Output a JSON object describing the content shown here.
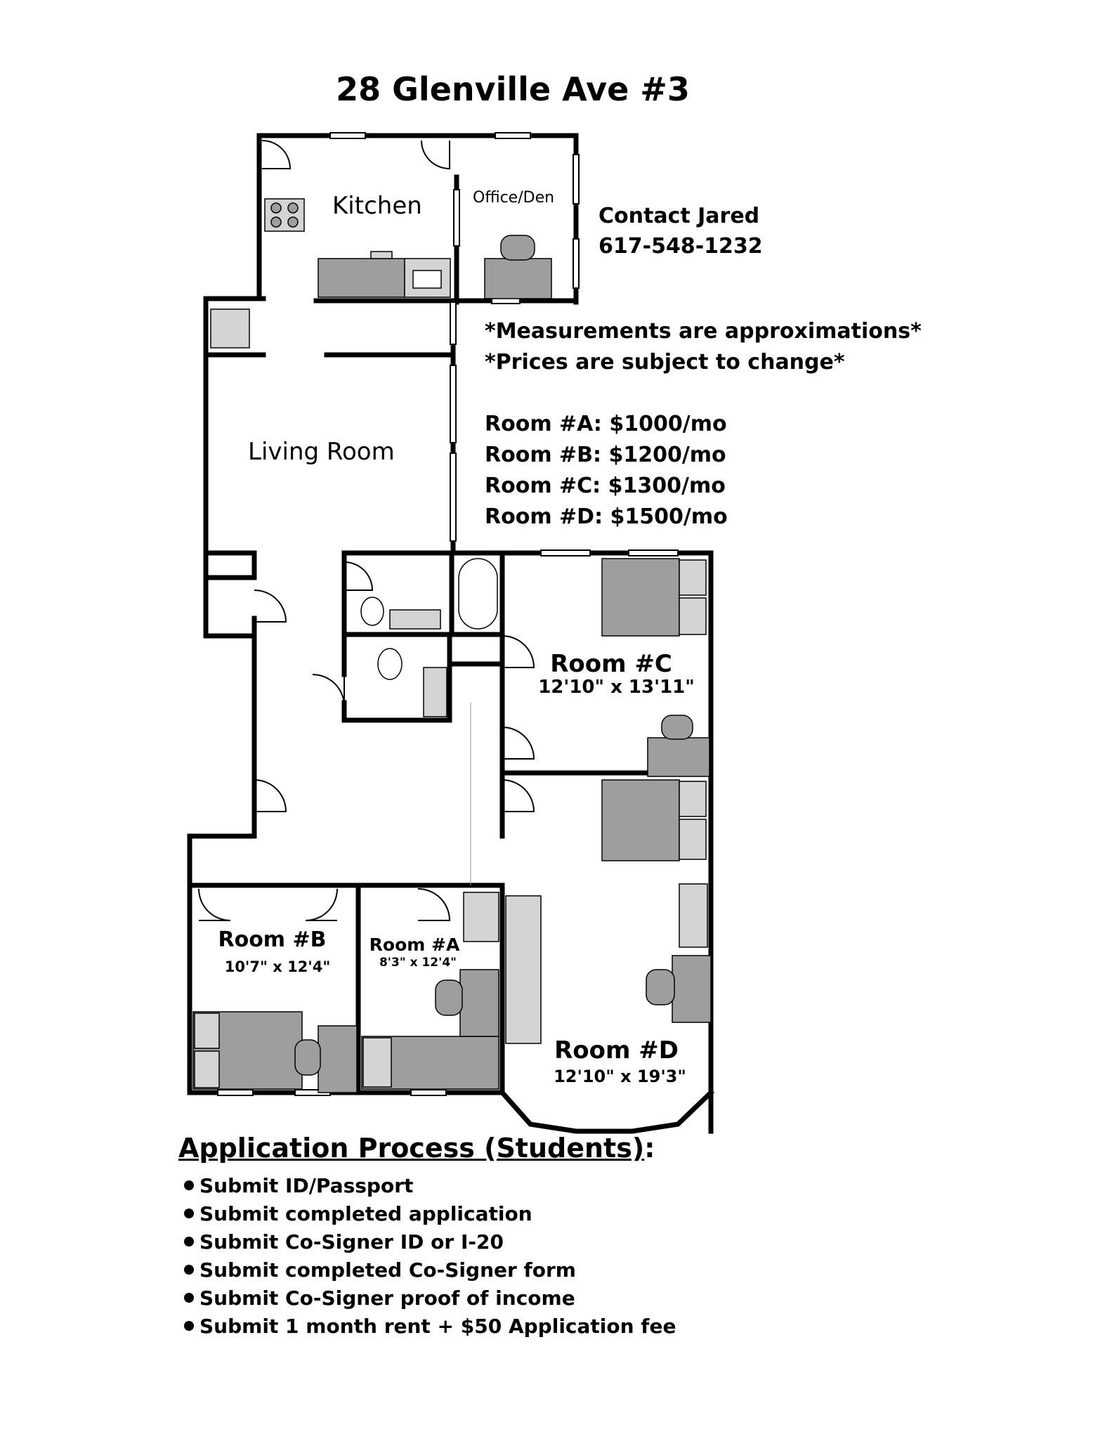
{
  "title": "28 Glenville Ave #3",
  "contact": {
    "line1": "Contact Jared",
    "phone": "617-548-1232"
  },
  "notes": [
    "*Measurements are approximations*",
    "*Prices are subject to change*"
  ],
  "prices": [
    "Room #A: $1000/mo",
    "Room #B: $1200/mo",
    "Room #C: $1300/mo",
    "Room #D: $1500/mo"
  ],
  "rooms": {
    "kitchen": {
      "name": "Kitchen"
    },
    "office": {
      "name": "Office/Den"
    },
    "living": {
      "name": "Living Room"
    },
    "c": {
      "name": "Room #C",
      "dims": "12'10\" x 13'11\""
    },
    "b": {
      "name": "Room #B",
      "dims": "10'7\" x 12'4\""
    },
    "a": {
      "name": "Room #A",
      "dims": "8'3\" x 12'4\""
    },
    "d": {
      "name": "Room #D",
      "dims": "12'10\" x 19'3\""
    }
  },
  "application": {
    "heading": "Application Process (Students)",
    "colon": ":",
    "steps": [
      "Submit ID/Passport",
      "Submit completed application",
      "Submit Co-Signer ID or I-20",
      "Submit completed Co-Signer form",
      "Submit Co-Signer proof of income",
      "Submit 1 month rent + $50 Application fee"
    ]
  },
  "colors": {
    "wall": "#000000",
    "furniture": "#9e9e9e",
    "furniture_light": "#d4d4d4"
  }
}
